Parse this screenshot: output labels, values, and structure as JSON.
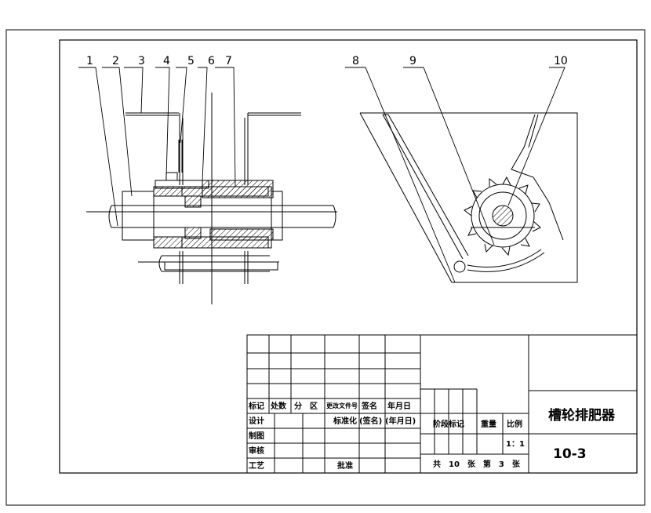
{
  "callouts": [
    "1",
    "2",
    "3",
    "4",
    "5",
    "6",
    "7",
    "8",
    "9",
    "10"
  ],
  "title_block": {
    "header": {
      "mark": "标记",
      "count": "处数",
      "zone": "分　区",
      "change_doc": "更改文件号",
      "sign": "签名",
      "date": "年月日"
    },
    "rows": {
      "design": "设计",
      "standardize": "标准化",
      "sign_paren": "(签名)",
      "date_paren": "(年月日)",
      "drafting": "制图",
      "review": "审核",
      "process": "工艺",
      "approve": "批准"
    },
    "stage_mark": "阶段标记",
    "weight": "重量",
    "scale_label": "比例",
    "scale_value": "1：1",
    "sheets": "共　10　张　第　3　张",
    "drawing_title": "槽轮排肥器",
    "drawing_number": "10-3"
  }
}
